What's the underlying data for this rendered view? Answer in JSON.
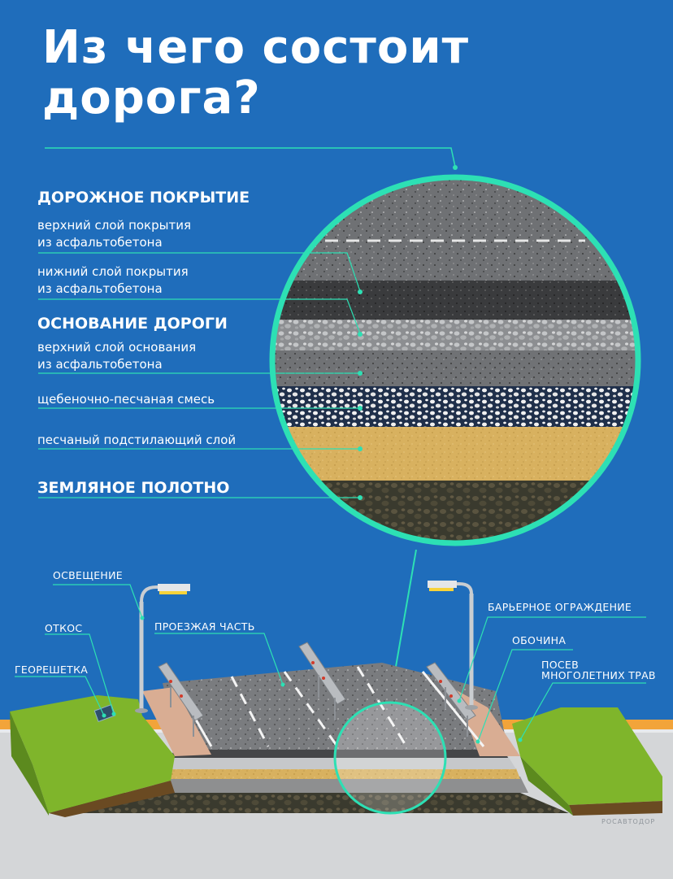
{
  "title": {
    "line1": "Из чего состоит",
    "line2": "дорога?"
  },
  "layers": {
    "h_coating": "ДОРОЖНОЕ ПОКРЫТИЕ",
    "upper_coat_1": "верхний слой покрытия",
    "upper_coat_2": "из асфальтобетона",
    "lower_coat_1": "нижний слой покрытия",
    "lower_coat_2": "из асфальтобетона",
    "h_base": "ОСНОВАНИЕ ДОРОГИ",
    "upper_base_1": "верхний слой основания",
    "upper_base_2": "из асфальтобетона",
    "gravel_sand": "щебеночно-песчаная смесь",
    "sand_layer": "песчаный подстилающий слой",
    "h_earth": "ЗЕМЛЯНОЕ ПОЛОТНО"
  },
  "parts": {
    "lighting": "ОСВЕЩЕНИЕ",
    "slope": "ОТКОС",
    "geogrid": "ГЕОРЕШЕТКА",
    "carriageway": "ПРОЕЗЖАЯ ЧАСТЬ",
    "barrier": "БАРЬЕРНОЕ ОГРАЖДЕНИЕ",
    "shoulder": "ОБОЧИНА",
    "grass_1": "ПОСЕВ",
    "grass_2": "МНОГОЛЕТНИХ ТРАВ"
  },
  "watermark": "РОСАВТОДОР",
  "colors": {
    "background": "#1f6dbb",
    "accent": "#2de0b4",
    "asphalt": "#6e7073",
    "sand": "#d8b15f",
    "grass": "#7fb52b"
  },
  "icons": [
    "lamp-icon",
    "guardrail-icon"
  ]
}
